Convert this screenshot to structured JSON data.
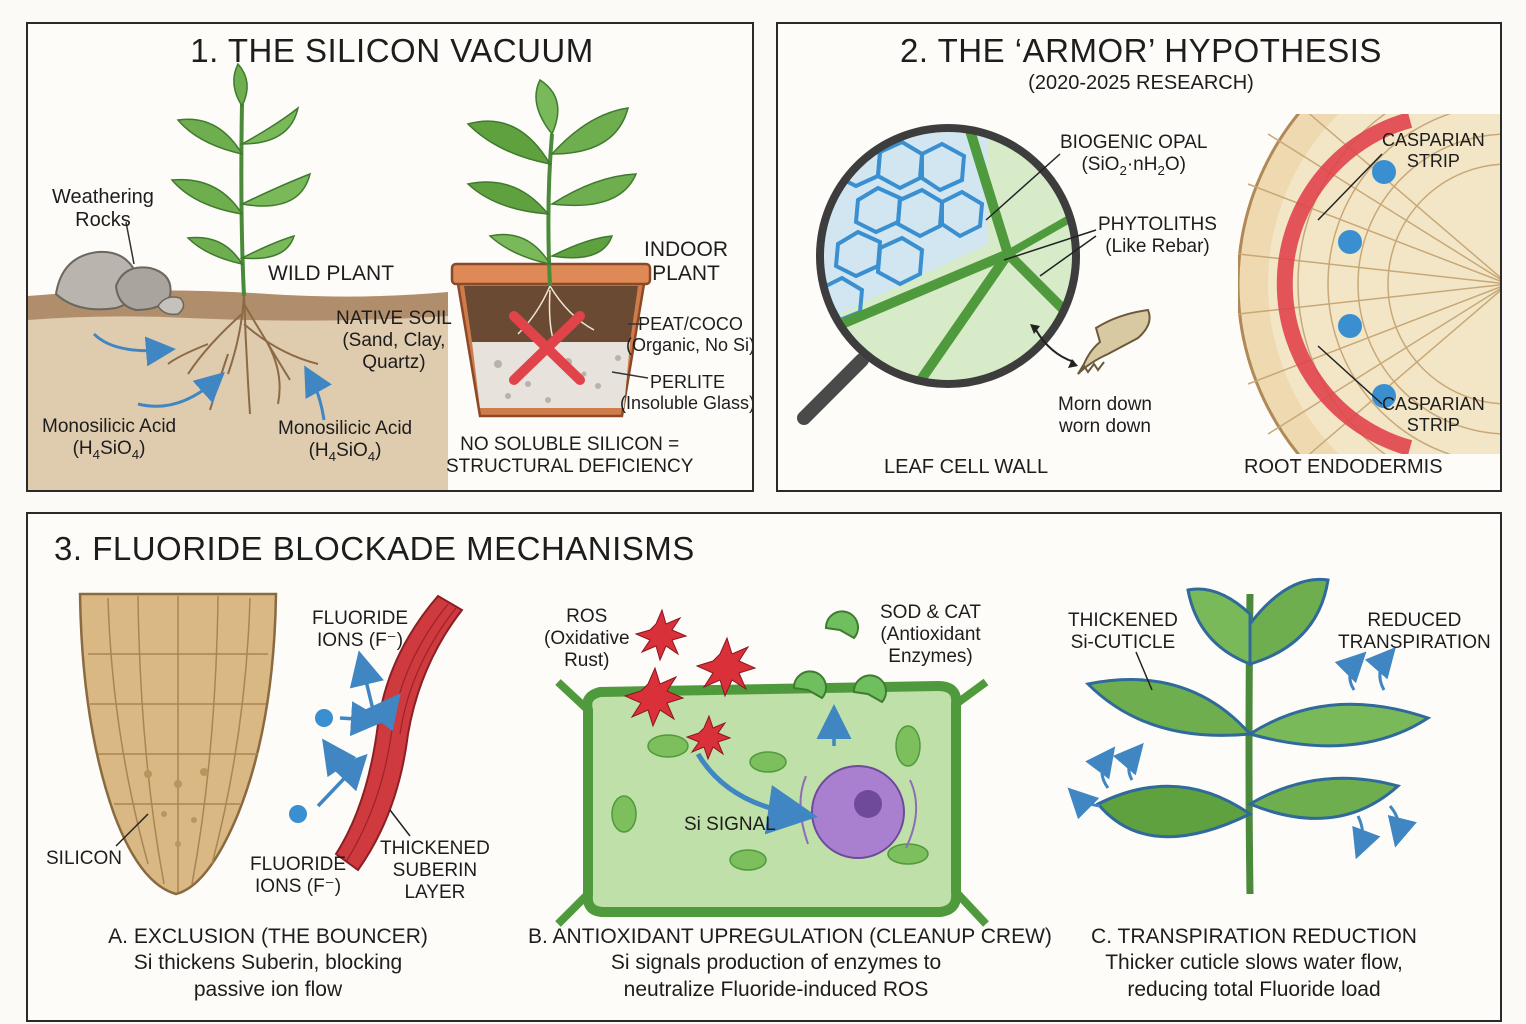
{
  "panel1": {
    "title": "1. THE SILICON VACUUM",
    "weathering": "Weathering\nRocks",
    "wild_plant": "WILD PLANT",
    "native_soil": "NATIVE SOIL\n(Sand, Clay,\nQuartz)",
    "acid_left": "Monosilicic Acid",
    "acid_left_formula": "(H4SiO4)",
    "acid_right": "Monosilicic Acid",
    "acid_right_formula": "(H4SiO4)",
    "indoor_plant": "INDOOR\nPLANT",
    "peat": "PEAT/COCO\n(Organic, No Si)",
    "perlite": "PERLITE\n(Insoluble Glass)",
    "deficiency": "NO SOLUBLE SILICON =\nSTRUCTURAL DEFICIENCY"
  },
  "panel2": {
    "title": "2. THE ‘ARMOR’ HYPOTHESIS",
    "subtitle": "(2020-2025 RESEARCH)",
    "biogenic": "BIOGENIC OPAL",
    "biogenic_formula": "(SiO2·nH2O)",
    "phytoliths": "PHYTOLITHS\n(Like Rebar)",
    "worn": "Morn down\nworn down",
    "leaf_wall": "LEAF CELL WALL",
    "casparian_top": "CASPARIAN\nSTRIP",
    "casparian_bottom": "CASPARIAN\nSTRIP",
    "root_endo": "ROOT ENDODERMIS"
  },
  "panel3": {
    "title": "3. FLUORIDE BLOCKADE MECHANISMS",
    "fluoride_top": "FLUORIDE\nIONS (F⁻)",
    "fluoride_bottom": "FLUORIDE\nIONS (F⁻)",
    "silicon": "SILICON",
    "suberin": "THICKENED\nSUBERIN\nLAYER",
    "caption_a": "A. EXCLUSION (THE BOUNCER)\nSi thickens Suberin, blocking\npassive ion flow",
    "ros": "ROS\n(Oxidative\nRust)",
    "sod": "SOD & CAT\n(Antioxidant\nEnzymes)",
    "si_signal": "Si SIGNAL",
    "caption_b": "B. ANTIOXIDANT UPREGULATION (CLEANUP CREW)\nSi signals production of enzymes to\nneutralize Fluoride-induced ROS",
    "cuticle": "THICKENED\nSi-CUTICLE",
    "transpiration": "REDUCED\nTRANSPIRATION",
    "caption_c": "C. TRANSPIRATION REDUCTION\nThicker cuticle slows water flow,\nreducing total Fluoride load"
  },
  "colors": {
    "border": "#2a2a2a",
    "leaf": "#6fae4f",
    "leaf_dark": "#3f7a2f",
    "soil": "#a27a52",
    "opal": "#3a8fd0",
    "strip": "#e0444a",
    "ros": "#d9303a",
    "nucleus": "#9b6cc4",
    "arrow": "#3f86c2"
  }
}
